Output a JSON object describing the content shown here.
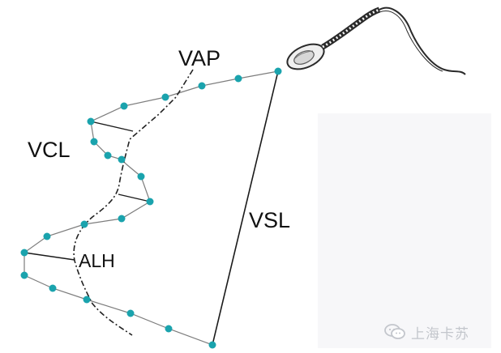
{
  "labels": {
    "vap": "VAP",
    "vcl": "VCL",
    "vsl": "VSL",
    "alh": "ALH"
  },
  "watermark": {
    "text": "上海卡苏",
    "icon": "wechat-icon"
  },
  "colors": {
    "dot": "#1aa3ad",
    "path_line": "#7d7d7d",
    "average_path": "#222222",
    "straight_line": "#1a1a1a",
    "panel": "#f7f7f9",
    "watermark": "#c3c6cc"
  },
  "icons": {
    "sperm": "sperm-icon"
  }
}
